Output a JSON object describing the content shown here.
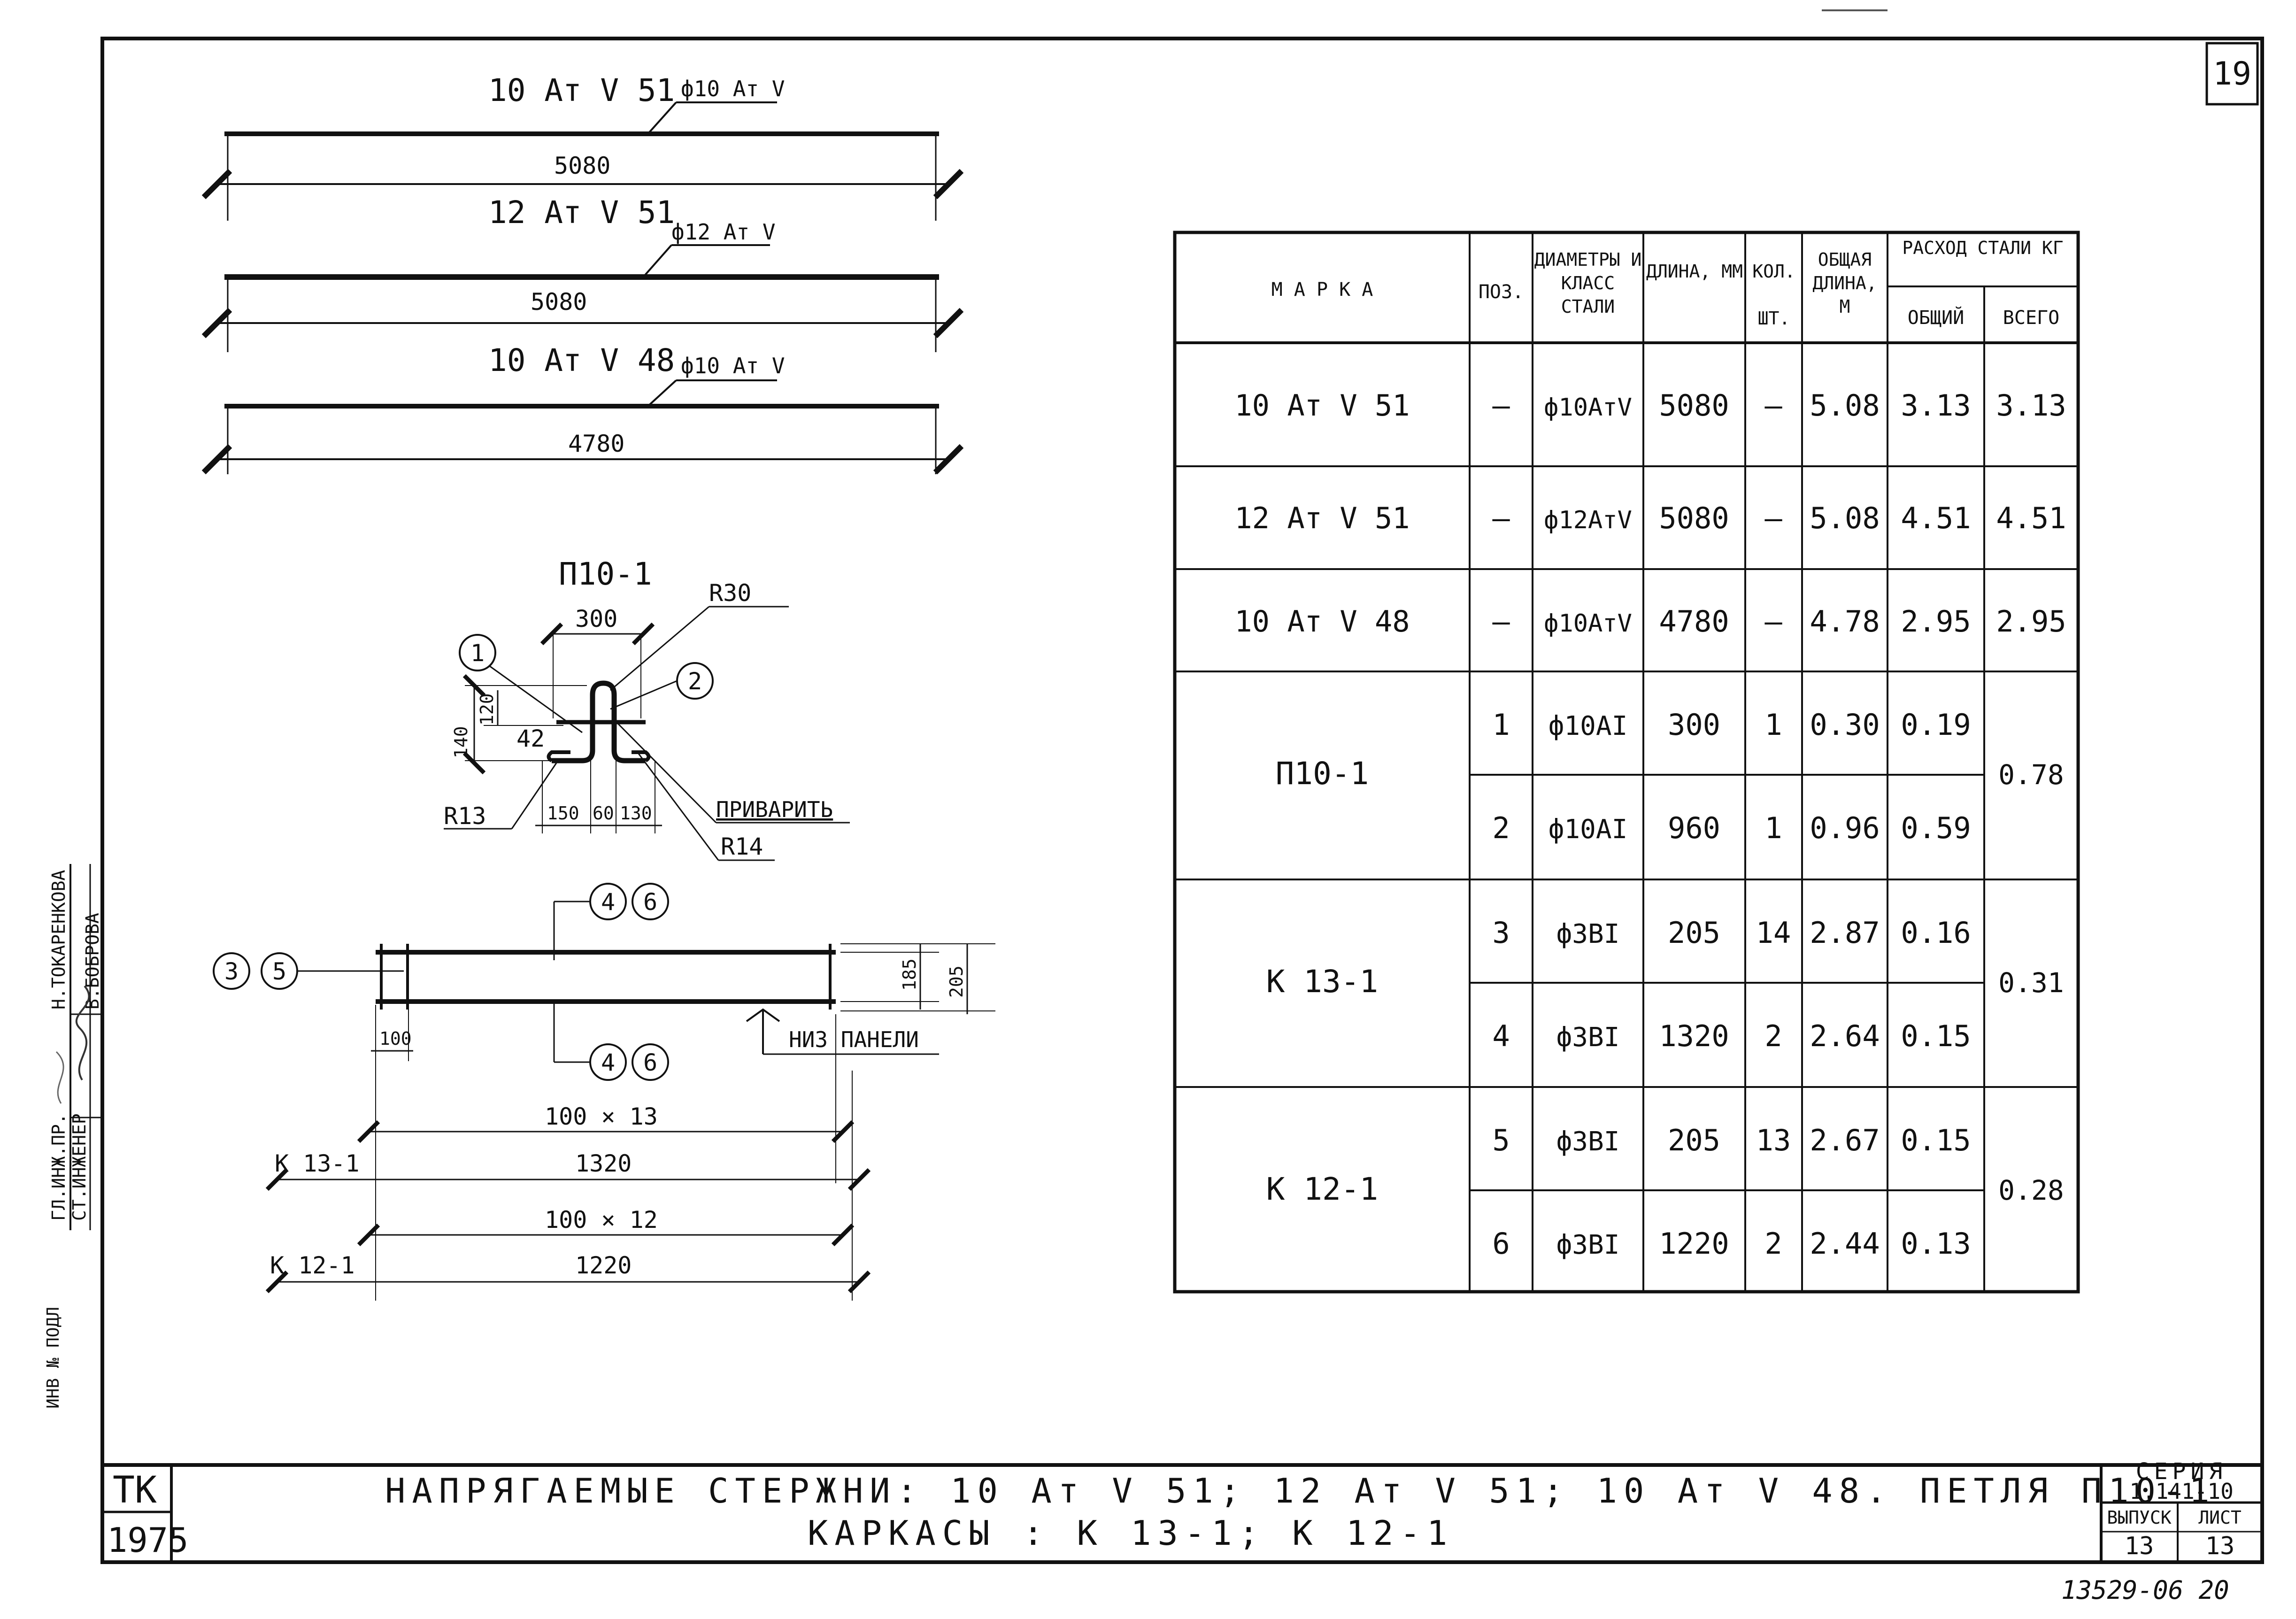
{
  "sheet": {
    "page_no": "19",
    "bottom_number": "13529-06 20"
  },
  "bars": [
    {
      "mark": "10 Ат V 51",
      "spec": "ф10 Ат V",
      "length": "5080"
    },
    {
      "mark": "12 Ат V 51",
      "spec": "ф12 Ат V",
      "length": "5080"
    },
    {
      "mark": "10 Ат V 48",
      "spec": "ф10 Ат V",
      "length": "4780"
    }
  ],
  "loop": {
    "title": "П10-1",
    "radius_top": "R30",
    "radius_left": "R13",
    "radius_right": "R14",
    "width_300": "300",
    "d_140": "140",
    "d_120": "120",
    "d_42": "42",
    "d_150": "150",
    "d_60": "60",
    "d_130": "130",
    "weld_note": "ПРИВАРИТЬ",
    "callout_1": "1",
    "callout_2": "2"
  },
  "frame": {
    "callout_left_a": "3",
    "callout_left_b": "5",
    "callout_top_a": "4",
    "callout_top_b": "6",
    "callout_bot_a": "4",
    "callout_bot_b": "6",
    "d_185": "185",
    "d_205": "205",
    "d_100": "100",
    "bottom_note": "НИЗ ПАНЕЛИ",
    "spacing_13": "100 × 13",
    "label_k13": "К 13-1",
    "len_k13": "1320",
    "spacing_12": "100 × 12",
    "label_k12": "К 12-1",
    "len_k12": "1220"
  },
  "table": {
    "headers": {
      "marka": "М А Р К А",
      "poz": "ПОЗ.",
      "diam": "ДИАМЕТРЫ И КЛАСС СТАЛИ",
      "length": "ДЛИНА, ММ",
      "qty": "КОЛ. ШТ.",
      "total_len": "ОБЩАЯ ДЛИНА, М",
      "steel": "РАСХОД СТАЛИ КГ",
      "common": "ОБЩИЙ",
      "total": "ВСЕГО"
    },
    "rows": [
      {
        "marka": "10 Ат V 51",
        "poz": "–",
        "diam": "ф10АтV",
        "len": "5080",
        "qty": "–",
        "tlen": "5.08",
        "common": "3.13",
        "total": "3.13"
      },
      {
        "marka": "12 Ат V 51",
        "poz": "–",
        "diam": "ф12АтV",
        "len": "5080",
        "qty": "–",
        "tlen": "5.08",
        "common": "4.51",
        "total": "4.51"
      },
      {
        "marka": "10 Ат V 48",
        "poz": "–",
        "diam": "ф10АтV",
        "len": "4780",
        "qty": "–",
        "tlen": "4.78",
        "common": "2.95",
        "total": "2.95"
      }
    ],
    "groups": [
      {
        "marka": "П10-1",
        "total": "0.78",
        "items": [
          {
            "poz": "1",
            "diam": "ф10AI",
            "len": "300",
            "qty": "1",
            "tlen": "0.30",
            "common": "0.19"
          },
          {
            "poz": "2",
            "diam": "ф10AI",
            "len": "960",
            "qty": "1",
            "tlen": "0.96",
            "common": "0.59"
          }
        ]
      },
      {
        "marka": "К 13-1",
        "total": "0.31",
        "items": [
          {
            "poz": "3",
            "diam": "ф3BI",
            "len": "205",
            "qty": "14",
            "tlen": "2.87",
            "common": "0.16"
          },
          {
            "poz": "4",
            "diam": "ф3BI",
            "len": "1320",
            "qty": "2",
            "tlen": "2.64",
            "common": "0.15"
          }
        ]
      },
      {
        "marka": "К 12-1",
        "total": "0.28",
        "items": [
          {
            "poz": "5",
            "diam": "ф3BI",
            "len": "205",
            "qty": "13",
            "tlen": "2.67",
            "common": "0.15"
          },
          {
            "poz": "6",
            "diam": "ф3BI",
            "len": "1220",
            "qty": "2",
            "tlen": "2.44",
            "common": "0.13"
          }
        ]
      }
    ]
  },
  "side_stamp": {
    "role_1": "ГЛ.ИНЖ.ПР.",
    "role_2": "СТ.ИНЖЕНЕР",
    "name_1": "Н.ТОКАРЕНКОВА",
    "name_2": "В.БОБРОВА"
  },
  "title_block": {
    "org": "ТК",
    "year": "1975",
    "line1": "НАПРЯГАЕМЫЕ  СТЕРЖНИ: 10 Ат V 51; 12 Ат V 51; 10 Ат V 48.  ПЕТЛЯ  П10-1",
    "line2": "КАРКАСЫ :  К 13-1;  К 12-1",
    "series_label": "СЕРИЯ",
    "series": "1.141-10",
    "issue_label": "ВЫПУСК",
    "issue": "13",
    "sheet_label": "ЛИСТ",
    "sheet": "13"
  }
}
